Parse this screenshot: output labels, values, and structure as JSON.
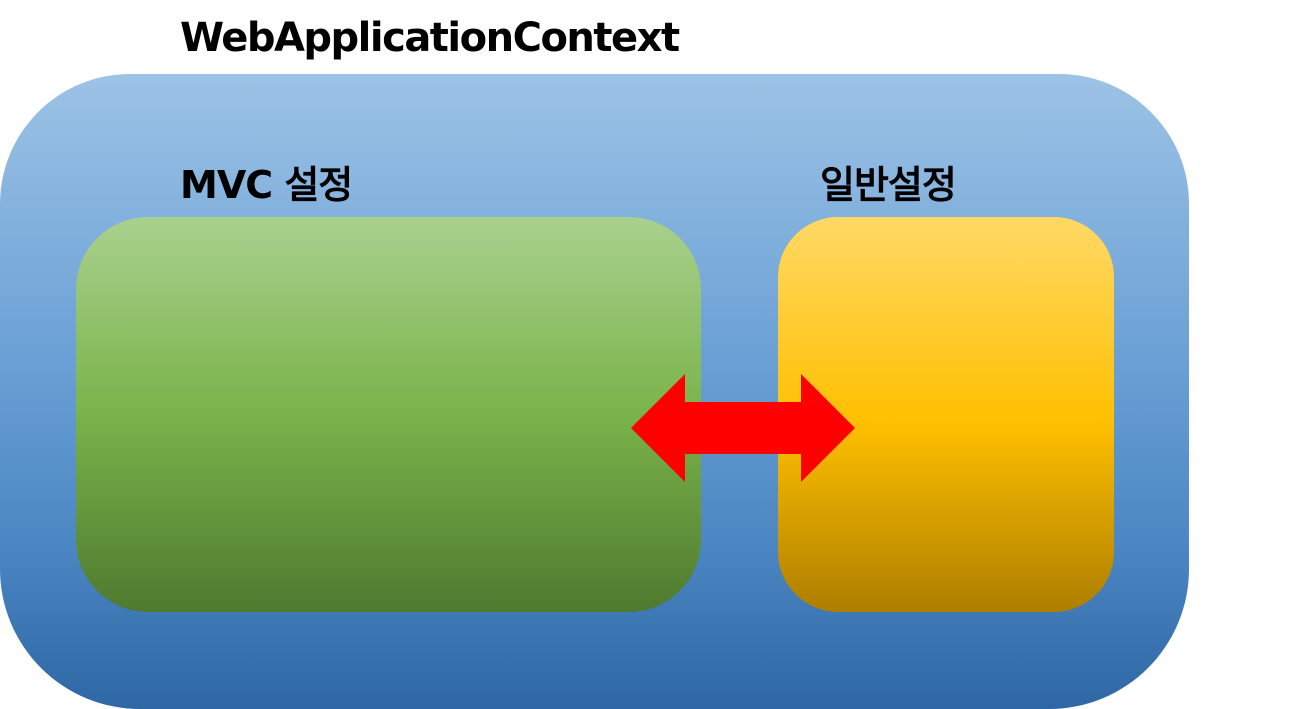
{
  "title": "WebApplicationContext",
  "sections": {
    "mvc": {
      "label": "MVC 설정"
    },
    "general": {
      "label": "일반설정"
    }
  },
  "colors": {
    "context": "#5b9bd5",
    "mvc": "#70ad47",
    "general": "#ffc000",
    "arrow": "#ff0000"
  },
  "arrow": {
    "icon": "double-headed-arrow-icon"
  }
}
